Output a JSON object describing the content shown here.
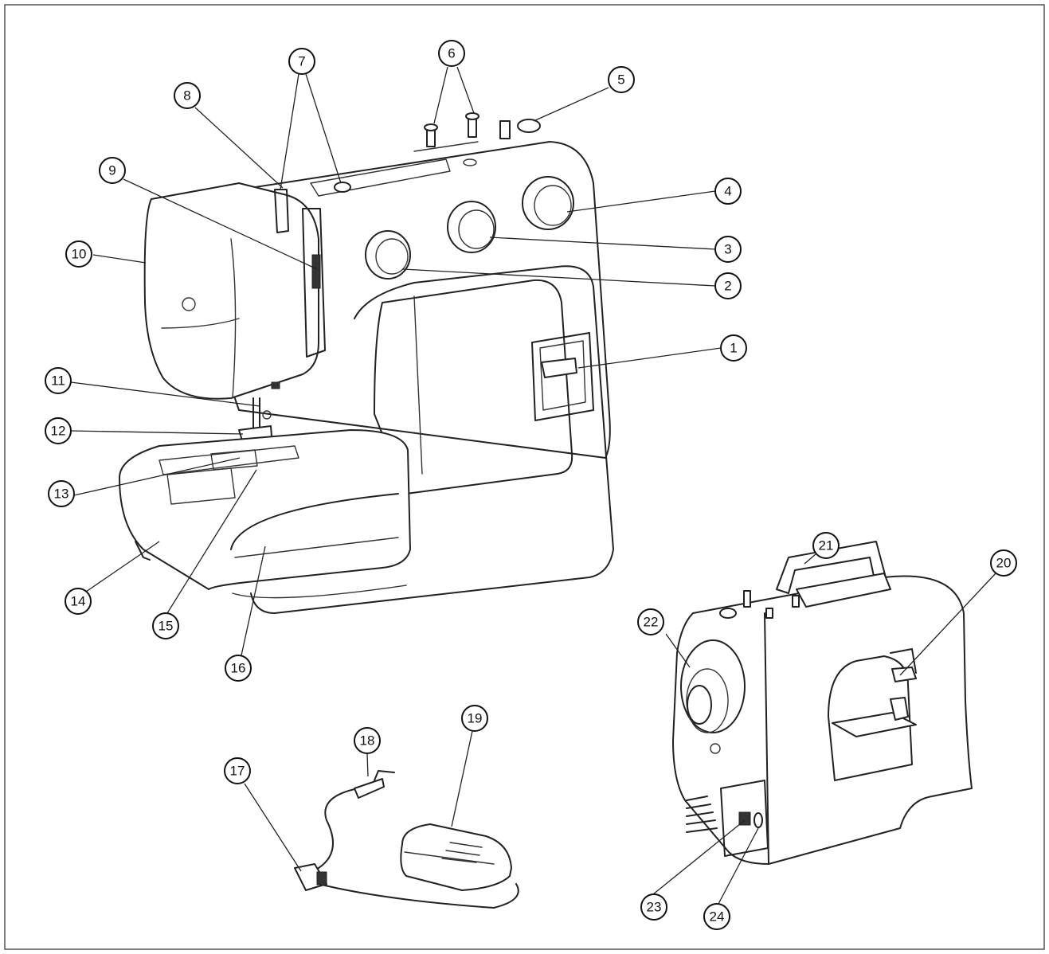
{
  "callouts": [
    {
      "n": "1"
    },
    {
      "n": "2"
    },
    {
      "n": "3"
    },
    {
      "n": "4"
    },
    {
      "n": "5"
    },
    {
      "n": "6"
    },
    {
      "n": "7"
    },
    {
      "n": "8"
    },
    {
      "n": "9"
    },
    {
      "n": "10"
    },
    {
      "n": "11"
    },
    {
      "n": "12"
    },
    {
      "n": "13"
    },
    {
      "n": "14"
    },
    {
      "n": "15"
    },
    {
      "n": "16"
    },
    {
      "n": "17"
    },
    {
      "n": "18"
    },
    {
      "n": "19"
    },
    {
      "n": "20"
    },
    {
      "n": "21"
    },
    {
      "n": "22"
    },
    {
      "n": "23"
    },
    {
      "n": "24"
    }
  ]
}
